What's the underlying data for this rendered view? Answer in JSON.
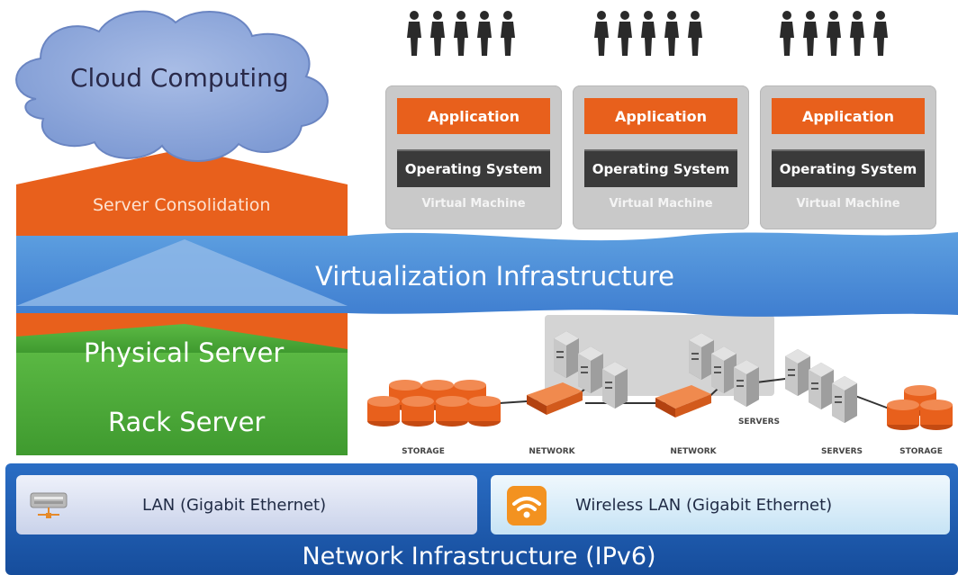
{
  "layers": {
    "cloud": "Cloud Computing",
    "server_consolidation": "Server Consolidation",
    "virtualization": "Virtualization Infrastructure",
    "physical_server": "Physical Server",
    "rack_server": "Rack Server",
    "network_infrastructure": "Network Infrastructure (IPv6)"
  },
  "vms": [
    {
      "app": "Application",
      "os": "Operating System",
      "label": "Virtual Machine"
    },
    {
      "app": "Application",
      "os": "Operating System",
      "label": "Virtual Machine"
    },
    {
      "app": "Application",
      "os": "Operating System",
      "label": "Virtual Machine"
    }
  ],
  "network_labels": {
    "storage_left": "STORAGE",
    "network_1": "NETWORK",
    "network_2": "NETWORK",
    "servers_top": "SERVERS",
    "servers_right": "SERVERS",
    "storage_right": "STORAGE"
  },
  "network_boxes": {
    "lan": "LAN (Gigabit Ethernet)",
    "wireless_lan": "Wireless LAN (Gigabit Ethernet)"
  },
  "icons": {
    "lan": "network-switch-icon",
    "wireless": "wifi-icon",
    "users": "person-icon"
  },
  "colors": {
    "orange": "#e8601c",
    "blue": "#4a90d9",
    "green": "#5cb444",
    "dark_blue": "#1e5cae",
    "cloud": "#8faadc"
  }
}
